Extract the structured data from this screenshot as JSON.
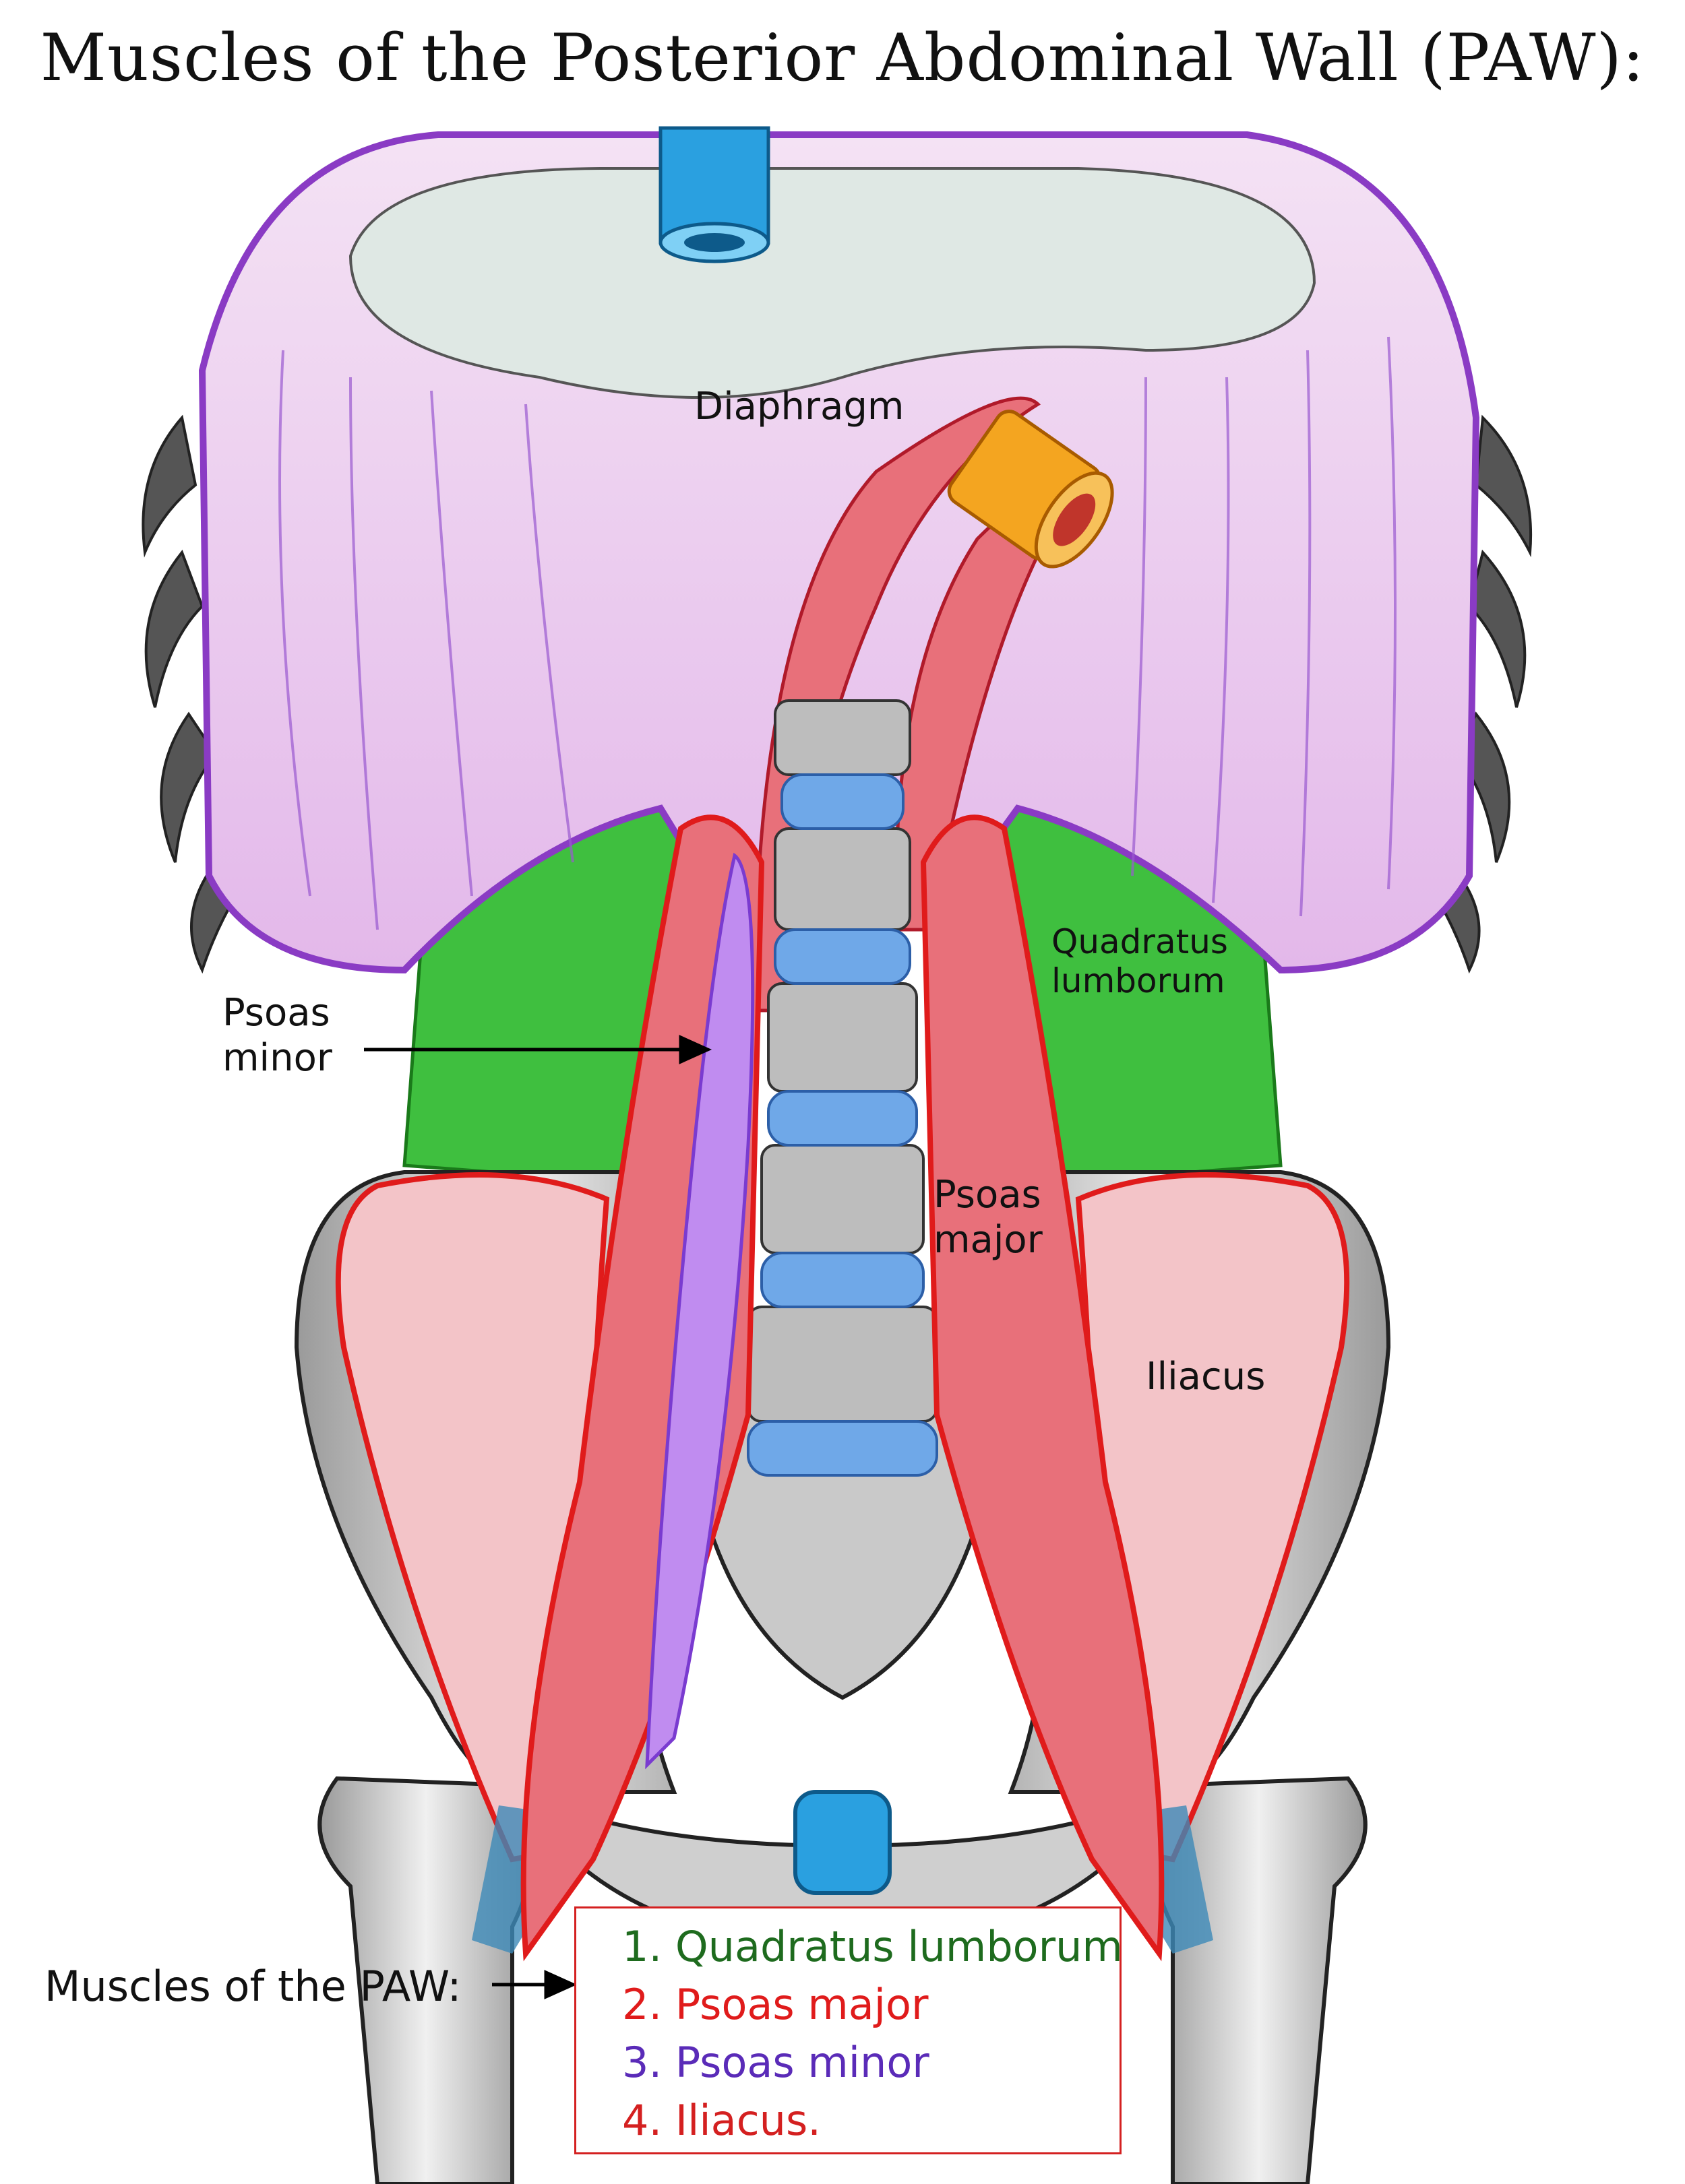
{
  "title": "Muscles of the Posterior Abdominal Wall (PAW):",
  "labels": {
    "diaphragm": "Diaphragm",
    "quadratus_1": "Quadratus",
    "quadratus_2": "lumborum",
    "psoas_minor_1": "Psoas",
    "psoas_minor_2": "minor",
    "psoas_major_1": "Psoas",
    "psoas_major_2": "major",
    "iliacus": "Iliacus"
  },
  "legend": {
    "label": "Muscles of the PAW:",
    "items": [
      {
        "text": "1. Quadratus lumborum",
        "color": "#1e6b1e"
      },
      {
        "text": "2. Psoas major",
        "color": "#e01b1b"
      },
      {
        "text": "3. Psoas minor",
        "color": "#5a2bb8"
      },
      {
        "text": "4. Iliacus.",
        "color": "#d42020"
      }
    ]
  },
  "colors": {
    "diaphragm": "#e9c4ec",
    "diaphragm_edge": "#8a3bc4",
    "quadratus": "#3fbf3f",
    "psoas_major": "#e8707a",
    "psoas_minor": "#c08cf0",
    "iliacus": "#f3c4c8",
    "disc": "#6fa8e8",
    "bone": "#d9d9d9",
    "vessel_blue": "#2aa0e0",
    "vessel_orange": "#f4a520"
  }
}
